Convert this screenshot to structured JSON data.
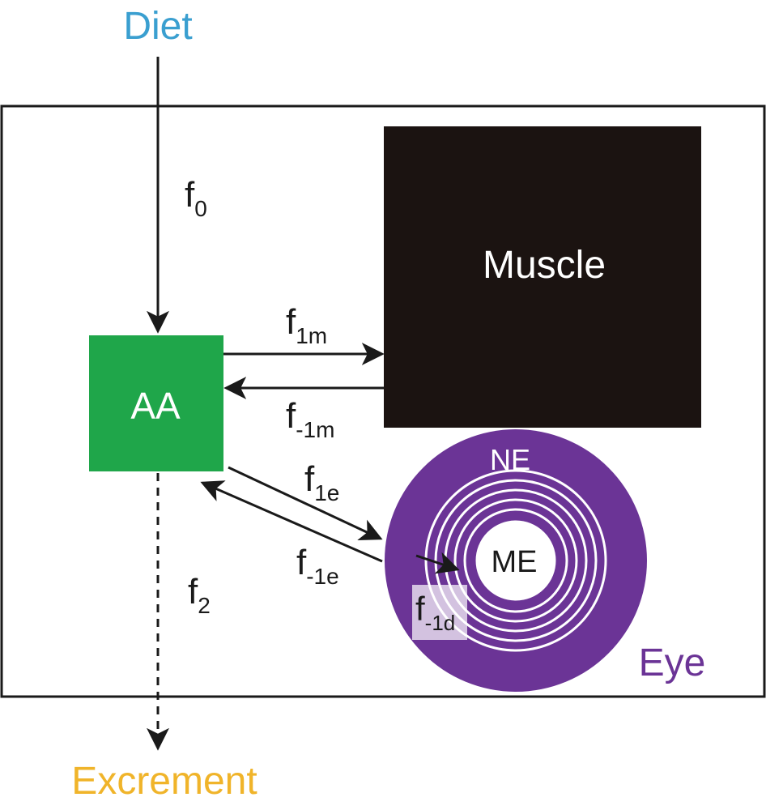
{
  "labels": {
    "diet": "Diet",
    "excrement": "Excrement",
    "muscle": "Muscle",
    "aa": "AA",
    "ne": "NE",
    "me": "ME",
    "eye": "Eye"
  },
  "fluxes": {
    "f0": {
      "base": "f",
      "sub": "0"
    },
    "f1m": {
      "base": "f",
      "sub": "1m"
    },
    "fm1m": {
      "base": "f",
      "sub": "-1m"
    },
    "f1e": {
      "base": "f",
      "sub": "1e"
    },
    "fm1e": {
      "base": "f",
      "sub": "-1e"
    },
    "f2": {
      "base": "f",
      "sub": "2"
    },
    "fm1d": {
      "base": "f",
      "sub": "-1d"
    }
  },
  "colors": {
    "diet": "#3a9fd0",
    "excrement": "#f0b42a",
    "aa": "#1fa64a",
    "muscle": "#1b1311",
    "eye": "#6b3496",
    "line": "#1a1a1a"
  }
}
